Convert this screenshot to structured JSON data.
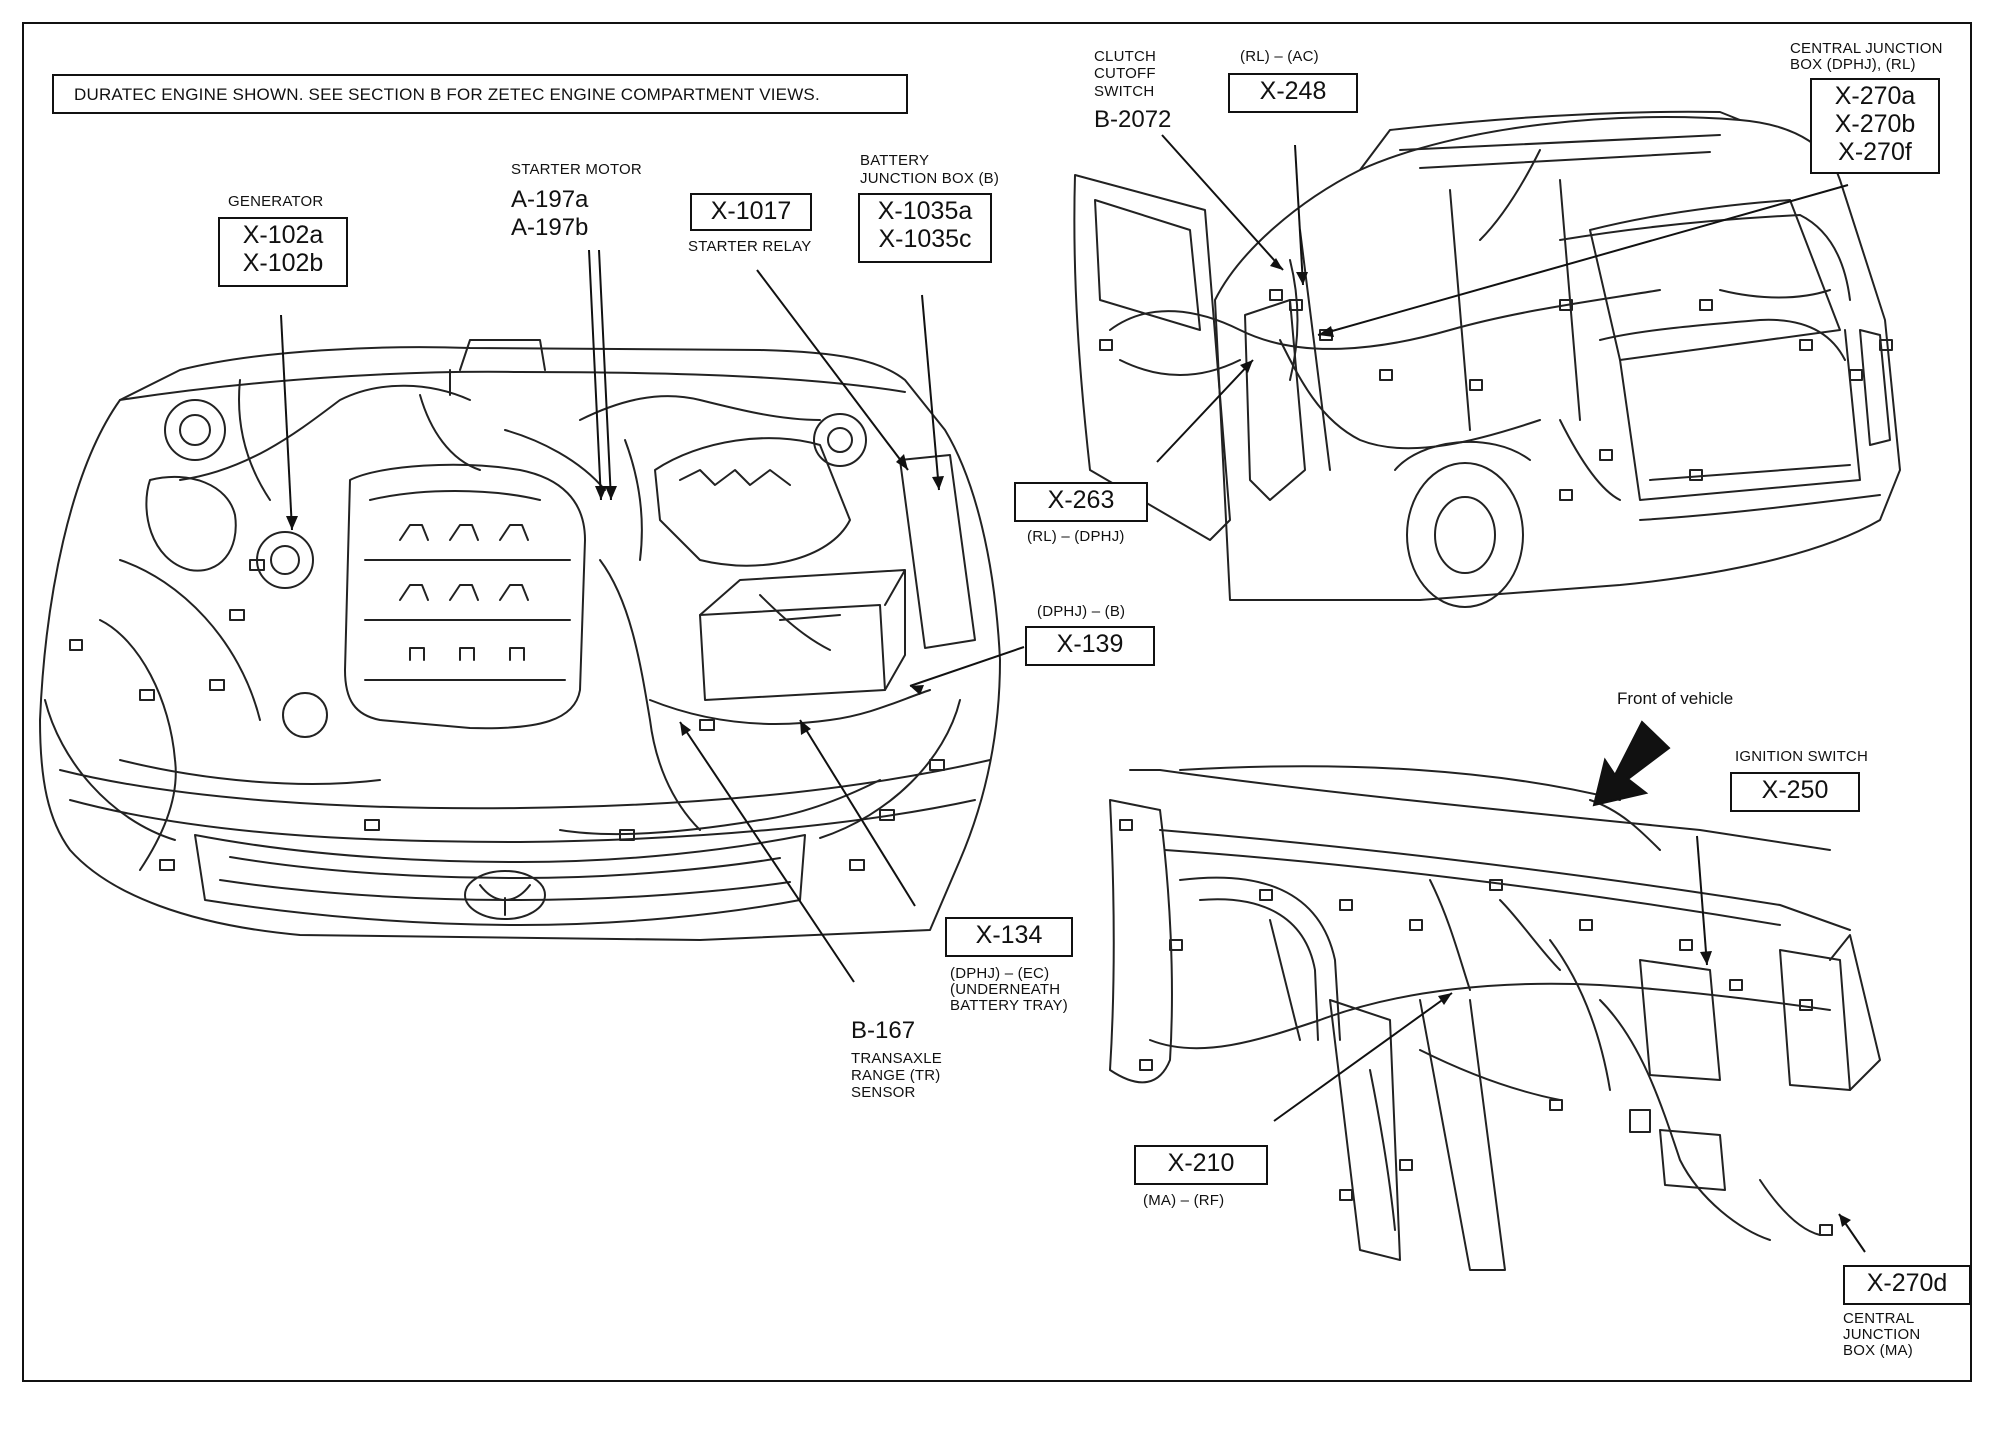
{
  "note": "DURATEC ENGINE SHOWN. SEE SECTION B FOR ZETEC ENGINE COMPARTMENT VIEWS.",
  "labels": {
    "generator": "GENERATOR",
    "x102a": "X-102a",
    "x102b": "X-102b",
    "starter_motor": "STARTER MOTOR",
    "a197a": "A-197a",
    "a197b": "A-197b",
    "x1017": "X-1017",
    "starter_relay": "STARTER RELAY",
    "battery_jb_1": "BATTERY",
    "battery_jb_2": "JUNCTION BOX (B)",
    "x1035a": "X-1035a",
    "x1035c": "X-1035c",
    "clutch_1": "CLUTCH",
    "clutch_2": "CUTOFF",
    "clutch_3": "SWITCH",
    "b2072": "B-2072",
    "rl_ac": "(RL) – (AC)",
    "x248": "X-248",
    "cjb_1": "CENTRAL JUNCTION",
    "cjb_2": "BOX (DPHJ), (RL)",
    "x270a": "X-270a",
    "x270b": "X-270b",
    "x270f": "X-270f",
    "x263": "X-263",
    "rl_dphj": "(RL) – (DPHJ)",
    "dphj_b": "(DPHJ) – (B)",
    "x139": "X-139",
    "front_of_vehicle": "Front of vehicle",
    "ignition_switch": "IGNITION SWITCH",
    "x250": "X-250",
    "x134": "X-134",
    "x134_d1": "(DPHJ) – (EC)",
    "x134_d2": "(UNDERNEATH",
    "x134_d3": "BATTERY TRAY)",
    "b167": "B-167",
    "tr_1": "TRANSAXLE",
    "tr_2": "RANGE (TR)",
    "tr_3": "SENSOR",
    "x210": "X-210",
    "ma_rf": "(MA) – (RF)",
    "x270d": "X-270d",
    "cjbma_1": "CENTRAL",
    "cjbma_2": "JUNCTION",
    "cjbma_3": "BOX (MA)"
  }
}
